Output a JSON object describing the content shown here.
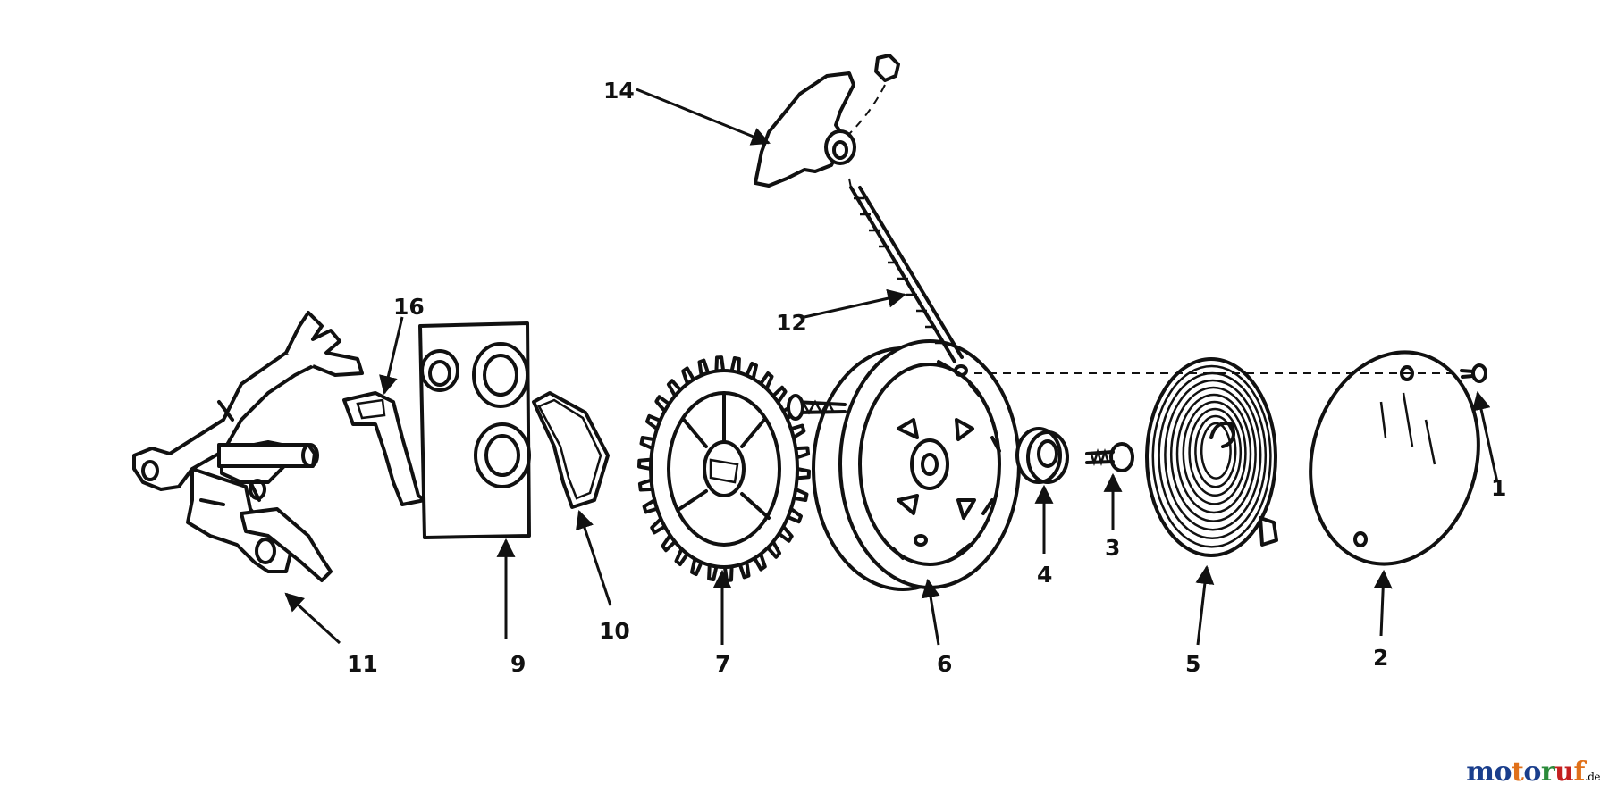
{
  "callouts": [
    {
      "id": "c1",
      "label": "1"
    },
    {
      "id": "c2",
      "label": "2"
    },
    {
      "id": "c3",
      "label": "3"
    },
    {
      "id": "c4",
      "label": "4"
    },
    {
      "id": "c5",
      "label": "5"
    },
    {
      "id": "c6",
      "label": "6"
    },
    {
      "id": "c7",
      "label": "7"
    },
    {
      "id": "c9",
      "label": "9"
    },
    {
      "id": "c10",
      "label": "10"
    },
    {
      "id": "c11",
      "label": "11"
    },
    {
      "id": "c12",
      "label": "12"
    },
    {
      "id": "c14",
      "label": "14"
    },
    {
      "id": "c16",
      "label": "16"
    }
  ],
  "watermark": {
    "text": "motoruf",
    "suffix": ".de",
    "colors": [
      "#1a3e8c",
      "#e0701a",
      "#2a8a3a",
      "#c42020"
    ]
  }
}
